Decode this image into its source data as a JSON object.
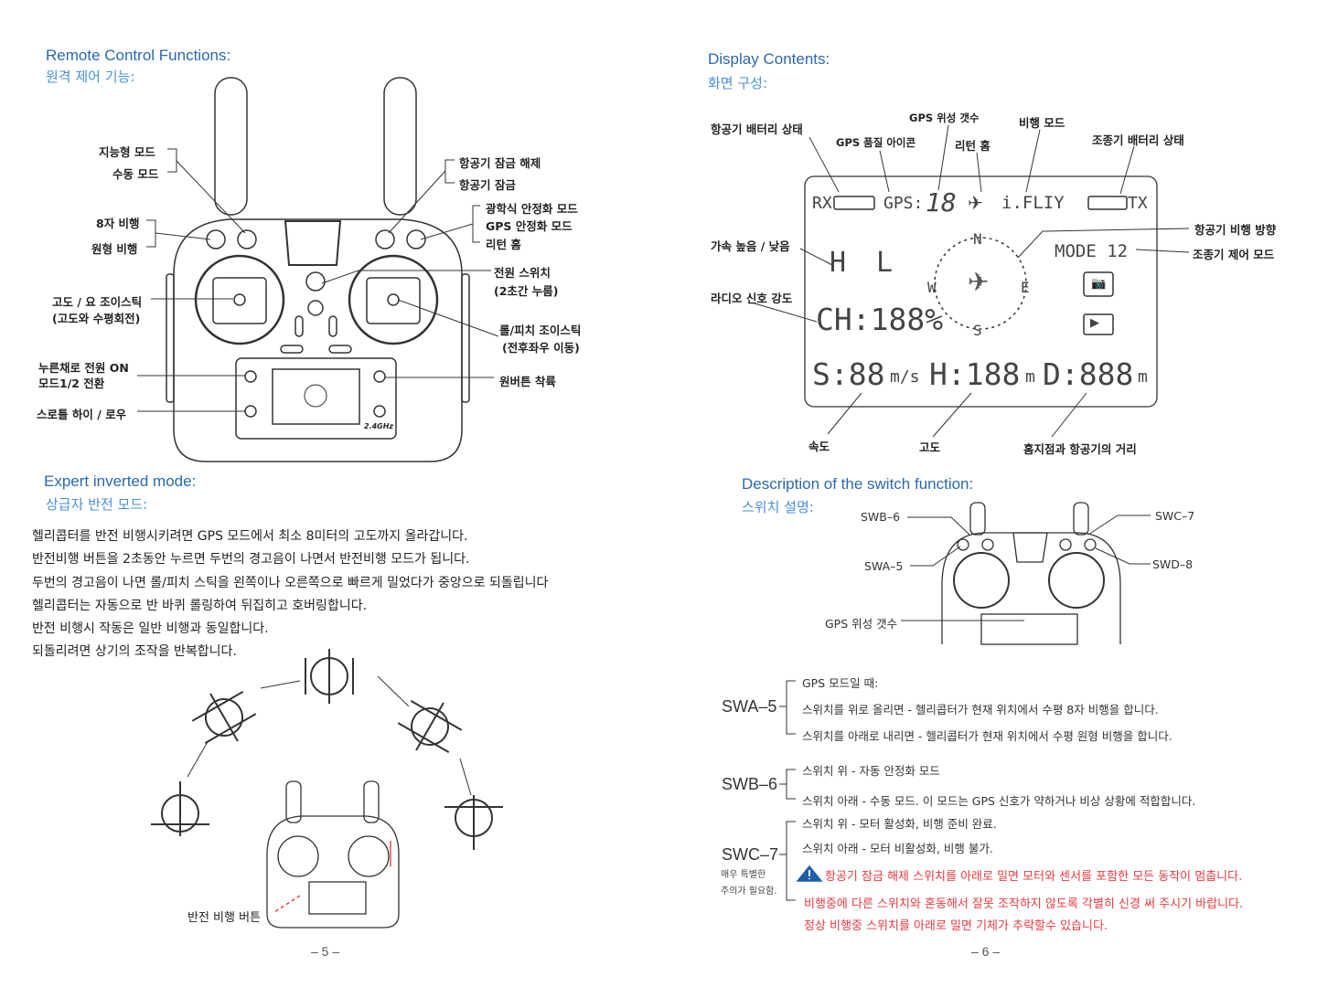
{
  "left_page": {
    "title_en": "Remote Control Functions:",
    "title_ko": "원격 제어 기능:",
    "labels": {
      "smart_mode": "지능형 모드",
      "manual_mode": "수동 모드",
      "figure8": "8자 비행",
      "circle": "원형 비행",
      "unlock": "항공기 잠금 해제",
      "lock": "항공기 잠금",
      "optical": "광학식 안정화 모드",
      "gps_stab": "GPS 안정화 모드",
      "return_home": "리턴 홈",
      "power": "전원 스위치",
      "power_sub": "(2초간 누름)",
      "left_stick": "고도 / 요 조이스틱",
      "left_stick_sub": "(고도와 수평회전)",
      "right_stick": "롤/피치 조이스틱",
      "right_stick_sub": "(전후좌우 이동)",
      "mode_btn": "누른채로 전원 ON",
      "mode_btn_sub": "모드1/2 전환",
      "throttle": "스로틀 하이 / 로우",
      "one_key_land": "원버튼 착륙",
      "freq": "2.4GHz"
    },
    "inverted_title_en": "Expert inverted mode:",
    "inverted_title_ko": "상급자 반전 모드:",
    "paragraph": [
      "헬리콥터를 반전 비행시키려면 GPS 모드에서 최소 8미터의 고도까지 올라갑니다.",
      "반전비행 버튼을 2초동안 누르면 두번의 경고음이 나면서 반전비행 모드가 됩니다.",
      "두번의 경고음이 나면 롤/피치 스틱을 왼쪽이나 오른쪽으로 빠르게 밀었다가 중앙으로 되돌립니다",
      "헬리콥터는 자동으로 반 바퀴 롤링하여 뒤집히고 호버링합니다.",
      "반전 비행시 작동은 일반 비행과 동일합니다.",
      "되돌리려면 상기의 조작을 반복합니다."
    ],
    "inverted_button": "반전 비행 버튼",
    "page_number": "– 5 –"
  },
  "right_page": {
    "title_en": "Display Contents:",
    "title_ko": "화면 구성:",
    "display_labels": {
      "aircraft_battery": "항공기 배터리 상태",
      "gps_quality": "GPS 품질 아이콘",
      "gps_count": "GPS 위성 갯수",
      "return_home": "리턴 홈",
      "flight_mode": "비행 모드",
      "tx_battery": "조종기 배터리 상태",
      "accel": "가속 높음 / 낮음",
      "heading": "항공기 비행 방향",
      "control_mode": "조종기 제어 모드",
      "signal": "라디오 신호 강도",
      "speed": "속도",
      "altitude": "고도",
      "distance": "홈지점과 항공기의 거리"
    },
    "lcd": {
      "rx": "RX",
      "gps": "GPS:",
      "gps_num": "18",
      "mode_name": "i.FLIY",
      "tx": "TX",
      "h": "H",
      "l": "L",
      "n": "N",
      "s": "S",
      "w": "W",
      "e": "E",
      "mode": "MODE 12",
      "ch": "CH:188%",
      "speed": "S:88",
      "speed_unit": "m/s",
      "height": "H:188",
      "height_unit": "m",
      "dist": "D:888",
      "dist_unit": "m"
    },
    "switch_title_en": "Description of the switch function:",
    "switch_title_ko": "스위치 설명:",
    "switch_labels": {
      "swb": "SWB–6",
      "swa": "SWA–5",
      "swc": "SWC–7",
      "swd": "SWD–8",
      "gps": "GPS 위성 갯수"
    },
    "switches": {
      "swa_name": "SWA–5",
      "swa": [
        "GPS 모드일 때:",
        "스위치를 위로 올리면 - 헬리콥터가 현재 위치에서 수평 8자 비행을 합니다.",
        "스위치를 아래로 내리면 - 헬리콥터가 현재 위치에서 수평 원형 비행을 합니다."
      ],
      "swb_name": "SWB–6",
      "swb": [
        "스위치 위 - 자동 안정화 모드",
        "스위치 아래 - 수동 모드. 이 모드는 GPS 신호가 약하거나 비상 상황에 적합합니다."
      ],
      "swc_name": "SWC–7",
      "swc_note1": "매우 특별한",
      "swc_note2": "주의가 필요함.",
      "swc": [
        "스위치 위 - 모터 활성화, 비행 준비 완료.",
        "스위치 아래 - 모터 비활성화, 비행 불가."
      ],
      "warnings": [
        "항공기 잠금 해제 스위치를 아래로 밀면 모터와 센서를 포함한 모든 동작이 멈춥니다.",
        "비행중에 다른 스위치와 혼동해서 잘못 조작하지 않도록 각별히 신경 써 주시기 바랍니다.",
        "정상 비행중 스위치를 아래로 밀면 기체가 추락할수 있습니다."
      ]
    },
    "page_number": "– 6 –"
  },
  "colors": {
    "heading": "#2b68ad",
    "heading_ko": "#4a90d6",
    "warning": "#e8393e",
    "warning_icon": "#1f5fa8"
  }
}
